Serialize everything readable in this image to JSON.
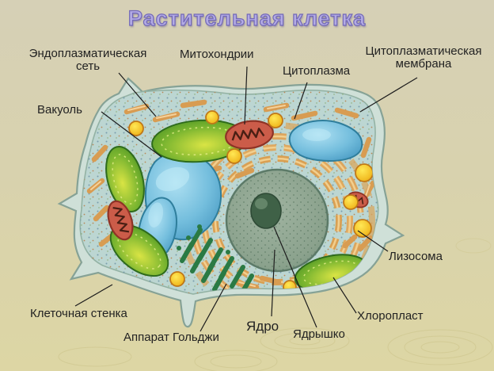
{
  "title": "Растительная клетка",
  "labels": {
    "endoplasmic": {
      "line1": "Эндоплазматическая",
      "line2": "сеть"
    },
    "mitochondria": {
      "text": "Митохондрии"
    },
    "cytoplasm": {
      "text": "Цитоплазма"
    },
    "membrane": {
      "line1": "Цитоплазматическая",
      "line2": "мембрана"
    },
    "vacuole": {
      "text": "Вакуоль"
    },
    "lysosome": {
      "text": "Лизосома"
    },
    "cell_wall": {
      "text": "Клеточная стенка"
    },
    "golgi": {
      "text": "Аппарат Гольджи"
    },
    "nucleus": {
      "text": "Ядро"
    },
    "nucleolus": {
      "text": "Ядрышко"
    },
    "chloroplast": {
      "text": "Хлоропласт"
    }
  },
  "colors": {
    "background_top": "#d6d0b6",
    "background_bottom": "#ddd6a4",
    "title_text": "#8e85d6",
    "label_text": "#222222",
    "pointer_line": "#1c1c1c",
    "cell_wall": "#cfe0d8",
    "cytoplasm": "#bcd6d2",
    "nucleus": "#8ba28d",
    "nucleolus": "#3f6147",
    "chloroplast_green": "#4e9b28",
    "vacuole_blue": "#55a8cc",
    "mitochondrion_red": "#cb5c49",
    "lysosome_yellow": "#f2c52c",
    "er_orange": "#d99c52",
    "golgi_green": "#2a7a44"
  }
}
